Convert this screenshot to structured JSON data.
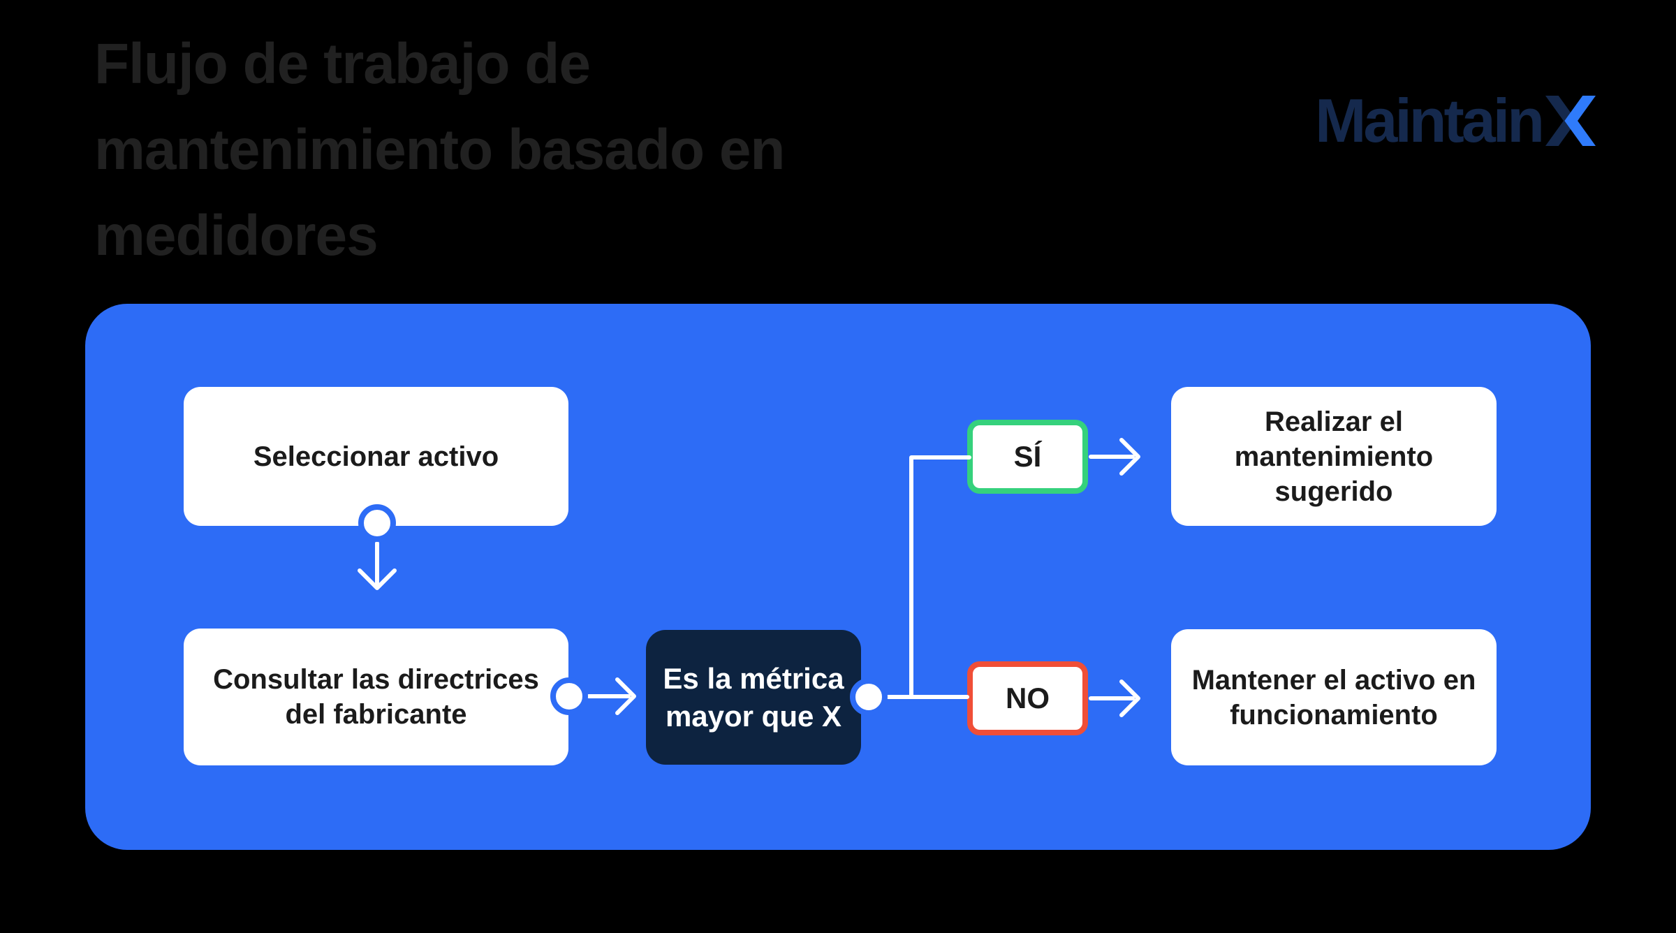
{
  "header": {
    "title": "Flujo de trabajo de\nmantenimiento basado en\nmedidores",
    "logo": {
      "word": "Maintain",
      "x_letter": "X"
    }
  },
  "palette": {
    "background": "#000000",
    "title_text": "#212121",
    "panel_blue": "#2d6cf6",
    "node_white": "#ffffff",
    "node_text": "#1b1b1b",
    "decision_navy": "#0d2340",
    "decision_text": "#ffffff",
    "yes_green": "#35d17c",
    "no_red": "#f04e37",
    "connector_white": "#ffffff",
    "logo_navy": "#15294d",
    "logo_blue": "#2f7bfb"
  },
  "flowchart": {
    "nodes": [
      {
        "id": "seleccionar-activo",
        "type": "process",
        "label": "Seleccionar activo"
      },
      {
        "id": "consultar-directrices",
        "type": "process",
        "label": "Consultar las directrices\ndel fabricante"
      },
      {
        "id": "es-la-metrica",
        "type": "decision",
        "label": "Es la métrica\nmayor que X"
      },
      {
        "id": "branch-si",
        "type": "branch-yes",
        "label": "SÍ"
      },
      {
        "id": "branch-no",
        "type": "branch-no",
        "label": "NO"
      },
      {
        "id": "realizar-mantenimiento",
        "type": "process",
        "label": "Realizar el\nmantenimiento\nsugerido"
      },
      {
        "id": "mantener-activo",
        "type": "process",
        "label": "Mantener el activo en\nfuncionamiento"
      }
    ]
  }
}
